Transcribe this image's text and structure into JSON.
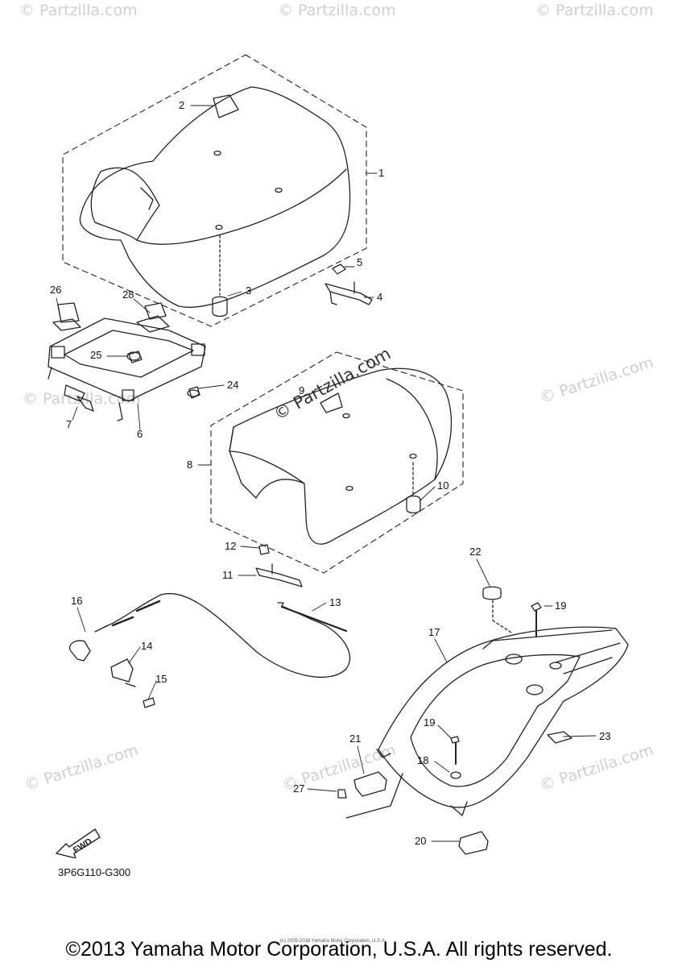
{
  "watermark": {
    "text": "© Partzilla.com",
    "center_text": "© Partzilla.com"
  },
  "callouts": [
    "1",
    "2",
    "3",
    "4",
    "5",
    "6",
    "7",
    "8",
    "9",
    "10",
    "11",
    "12",
    "13",
    "14",
    "15",
    "16",
    "17",
    "18",
    "19",
    "19",
    "20",
    "21",
    "22",
    "23",
    "24",
    "25",
    "26",
    "27",
    "28"
  ],
  "diagram_code": "3P6G110-G300",
  "fwd_label": "FWD",
  "tiny_note": "(c) 2005-2016 Yamaha Motor Corporation, U.S.A.",
  "copyright": "©2013 Yamaha Motor Corporation, U.S.A. All rights reserved."
}
